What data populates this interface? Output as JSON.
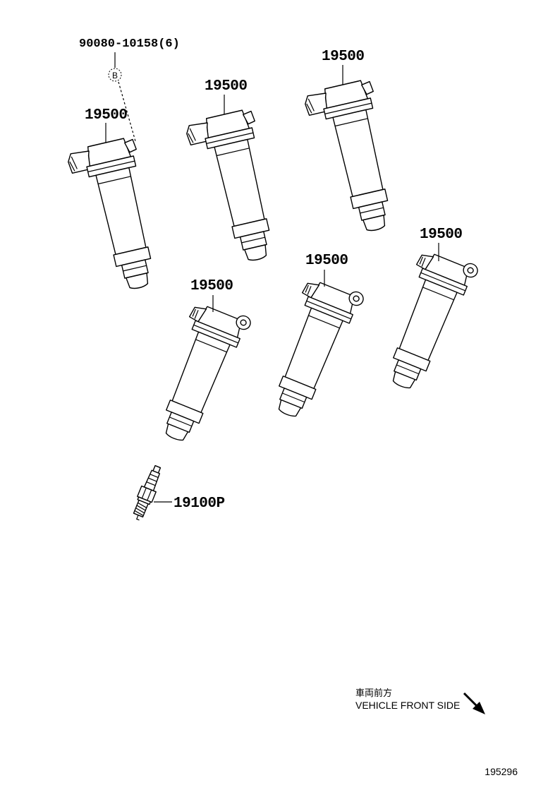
{
  "diagram": {
    "bolt_callout": {
      "part_number": "90080-10158(6)",
      "symbol": "B"
    },
    "coils": [
      {
        "part_number": "19500"
      },
      {
        "part_number": "19500"
      },
      {
        "part_number": "19500"
      },
      {
        "part_number": "19500"
      },
      {
        "part_number": "19500"
      },
      {
        "part_number": "19500"
      }
    ],
    "spark_plug": {
      "part_number": "19100P"
    },
    "orientation": {
      "label_jp": "車両前方",
      "label_en": "VEHICLE FRONT SIDE",
      "icon": "arrow-down-right-icon"
    },
    "figure_id": "195296"
  }
}
